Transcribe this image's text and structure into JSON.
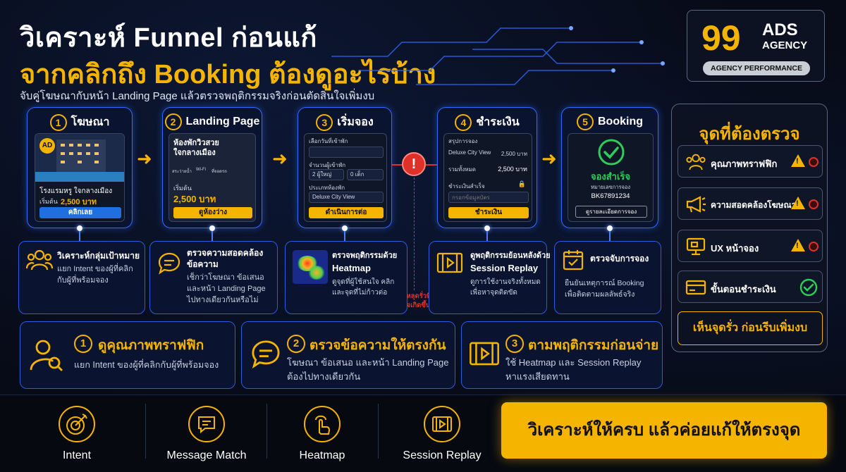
{
  "header": {
    "title_line1": "วิเคราะห์ Funnel ก่อนแก้",
    "title_line2": "จากคลิกถึง Booking ต้องดูอะไรบ้าง",
    "subtitle": "จับคู่โฆษณากับหน้า Landing Page แล้วตรวจพฤติกรรมจริงก่อนตัดสินใจเพิ่มงบ"
  },
  "logo": {
    "number": "99",
    "name": "ADS",
    "sub": "AGENCY",
    "tagline": "AGENCY PERFORMANCE"
  },
  "steps": [
    {
      "num": "1",
      "title": "โฆษณา",
      "card": {
        "badge": "AD",
        "name": "โรงแรมหรู ใจกลางเมือง",
        "price_prefix": "เริ่มต้น",
        "price": "2,500 บาท",
        "button": "คลิกเลย"
      }
    },
    {
      "num": "2",
      "title": "Landing Page",
      "card": {
        "headline": "ห้องพักวิวสวย ใจกลางเมือง",
        "amenities": [
          "สระว่ายน้ำ",
          "Wi-Fi",
          "ที่จอดรถ"
        ],
        "price_prefix": "เริ่มต้น",
        "price": "2,500 บาท",
        "button": "ดูห้องว่าง"
      }
    },
    {
      "num": "3",
      "title": "เริ่มจอง",
      "card": {
        "date_label": "เลือกวันที่เข้าพัก",
        "guests_label": "จำนวนผู้เข้าพัก",
        "adults": "2 ผู้ใหญ่",
        "kids": "0 เด็ก",
        "room_label": "ประเภทห้องพัก",
        "room": "Deluxe City View",
        "button": "ดำเนินการต่อ"
      }
    },
    {
      "num": "4",
      "title": "ชำระเงิน",
      "card": {
        "summary_label": "สรุปการจอง",
        "room": "Deluxe City View",
        "room_price": "2,500 บาท",
        "total_label": "รวมทั้งหมด",
        "total": "2,500 บาท",
        "pay_label": "ชำระเงินสำเร็จ",
        "input_placeholder": "กรอกข้อมูลบัตร",
        "button": "ชำระเงิน"
      }
    },
    {
      "num": "5",
      "title": "Booking",
      "card": {
        "status": "จองสำเร็จ",
        "ref_label": "หมายเลขการจอง",
        "ref": "BK67891234",
        "button": "ดูรายละเอียดการจอง"
      }
    }
  ],
  "dropoff": {
    "label_line1": "จุดหลุดรั่วที่",
    "label_line2": "อาจเกิดขึ้น"
  },
  "info_boxes": [
    {
      "title": "วิเคราะห์กลุ่มเป้าหมาย",
      "desc1": "แยก Intent ของผู้ที่คลิก",
      "desc2": "กับผู้ที่พร้อมจอง"
    },
    {
      "title": "ตรวจความสอดคล้อง",
      "title2": "ข้อความ",
      "desc1": "เช็กว่าโฆษณา ข้อเสนอ",
      "desc2": "และหน้า Landing Page",
      "desc3": "ไปทางเดียวกันหรือไม่"
    },
    {
      "title": "ตรวจพฤติกรรมด้วย",
      "title2": "Heatmap",
      "desc1": "ดูจุดที่ผู้ใช้สนใจ คลิก",
      "desc2": "และจุดที่ไม่ก้าวต่อ"
    },
    {
      "title": "ดูพฤติกรรมย้อนหลังด้วย",
      "title2": "Session Replay",
      "desc1": "ดูการใช้งานจริงทั้งหมด",
      "desc2": "เพื่อหาจุดติดขัด"
    },
    {
      "title": "ตรวจจับการจอง",
      "desc1": "ยืนยันเหตุการณ์ Booking",
      "desc2": "เพื่อติดตามผลลัพธ์จริง"
    }
  ],
  "big_boxes": [
    {
      "num": "1",
      "title": "ดูคุณภาพทราฟฟิก",
      "desc1": "แยก Intent ของผู้ที่คลิกกับผู้ที่พร้อมจอง"
    },
    {
      "num": "2",
      "title": "ตรวจข้อความให้ตรงกัน",
      "desc1": "โฆษณา ข้อเสนอ และหน้า Landing Page",
      "desc2": "ต้องไปทางเดียวกัน"
    },
    {
      "num": "3",
      "title": "ตามพฤติกรรมก่อนจ่าย",
      "desc1": "ใช้ Heatmap และ Session Replay",
      "desc2": "หาแรงเสียดทาน"
    }
  ],
  "checklist": {
    "title": "จุดที่ต้องตรวจ",
    "items": [
      {
        "label": "คุณภาพทราฟฟิก",
        "status": "warning"
      },
      {
        "label": "ความสอดคล้องโฆษณา",
        "status": "warning"
      },
      {
        "label": "UX หน้าจอง",
        "status": "warning"
      },
      {
        "label": "ขั้นตอนชำระเงิน",
        "status": "ok"
      }
    ],
    "cta": "เห็นจุดรั่ว ก่อนรีบเพิ่มงบ"
  },
  "bottom": {
    "items": [
      {
        "label": "Intent"
      },
      {
        "label": "Message Match"
      },
      {
        "label": "Heatmap"
      },
      {
        "label": "Session Replay"
      }
    ],
    "final": "วิเคราะห์ให้ครบ แล้วค่อยแก้ให้ตรงจุด"
  },
  "colors": {
    "accent": "#f5b400",
    "border": "#2f6bff",
    "warning": "#f5b400",
    "alert": "#e0302a",
    "ok": "#2fcc5a"
  }
}
